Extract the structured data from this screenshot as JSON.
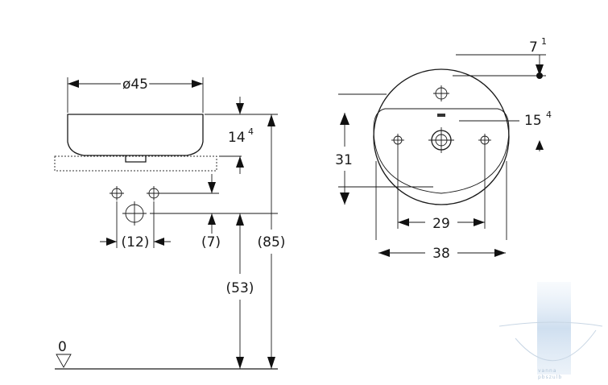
{
  "dimensions": {
    "side_diameter": "ø45",
    "side_height": "14",
    "side_height_sup": "4",
    "hole_spacing": "(12)",
    "hole_offset": "(7)",
    "overall_height": "(85)",
    "top_height": "(53)",
    "floor_level": "0",
    "top_offset": "7",
    "top_offset_sup": "1",
    "top_depth": "15",
    "top_depth_sup": "4",
    "front_depth": "31",
    "hole_distance": "29",
    "overall_width": "38"
  },
  "colors": {
    "line": "#1a1a1a",
    "watermark": "#b9cfe6"
  },
  "watermark": {
    "text": "vanna\npbszulb"
  }
}
